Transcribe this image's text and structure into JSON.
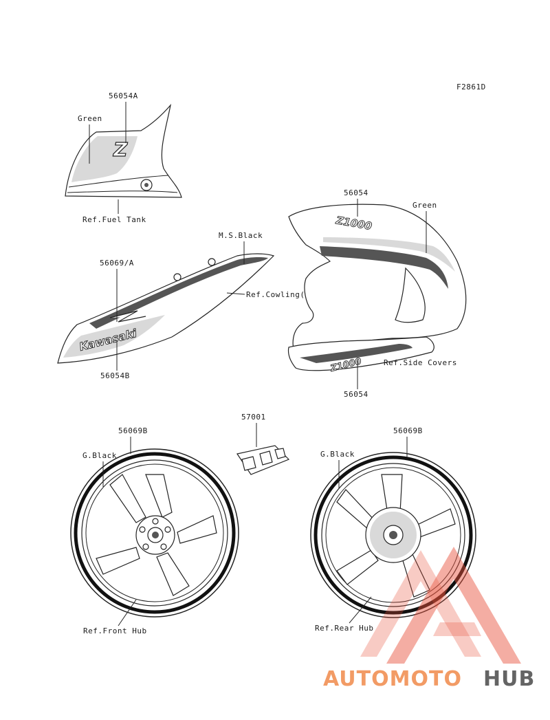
{
  "figure_code": "F2861D",
  "labels": {
    "l1": "56054A",
    "l2": "Green",
    "l3": "Ref.Fuel Tank",
    "l4": "M.S.Black",
    "l5": "56069/A",
    "l6": "Ref.Cowling(Center)",
    "l7": "56054B",
    "l8": "56054",
    "l9": "Green",
    "l10": "Ref.Side Covers",
    "l11": "56054",
    "l12": "57001",
    "l13": "56069B",
    "l14": "G.Black",
    "l15": "Ref.Front Hub",
    "l16": "56069B",
    "l17": "G.Black",
    "l18": "Ref.Rear Hub"
  },
  "decals": {
    "tank_z": "Z",
    "kawasaki": "Kawasaki",
    "z1000_top": "Z1000",
    "z1000_bottom": "Z1000"
  },
  "watermark": {
    "part1": "AUTOMOTO",
    "part2": "HUB",
    "color_primary": "#f08a4b",
    "color_secondary": "#4a4a4a",
    "logo_color": "#e8503a"
  }
}
